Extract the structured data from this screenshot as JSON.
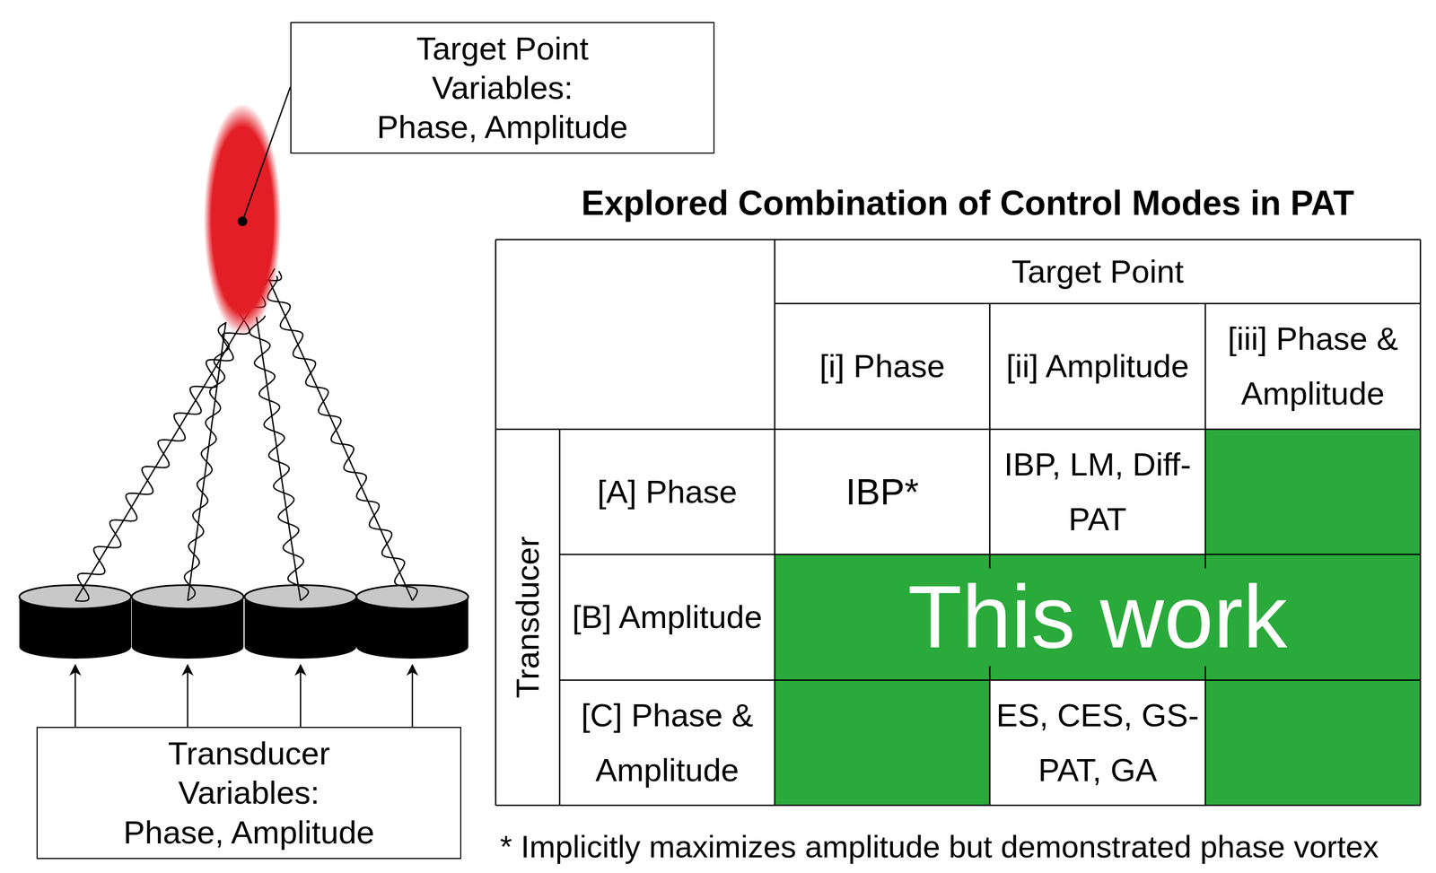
{
  "diagram": {
    "title": "Explored Combination of Control Modes in PAT",
    "nodes": [
      {
        "text": [
          "Target Point Variables:",
          "Phase, Amplitude"
        ]
      },
      {
        "text": [
          "Transducer Variables:",
          "Phase, Amplitude"
        ]
      }
    ],
    "labels": [
      "Target Point",
      "[i] Phase",
      "[ii] Amplitude",
      "[iii] Phase & Amplitude",
      "Transducer",
      "[A] Phase",
      "[B] Amplitude",
      "[C] Phase & Amplitude",
      "IBP*",
      "IBP, LM, Diff-PAT",
      "This work",
      "ES, CES, GS-PAT, GA",
      "* Implicitly maximizes amplitude but demonstrated phase vortex"
    ]
  }
}
